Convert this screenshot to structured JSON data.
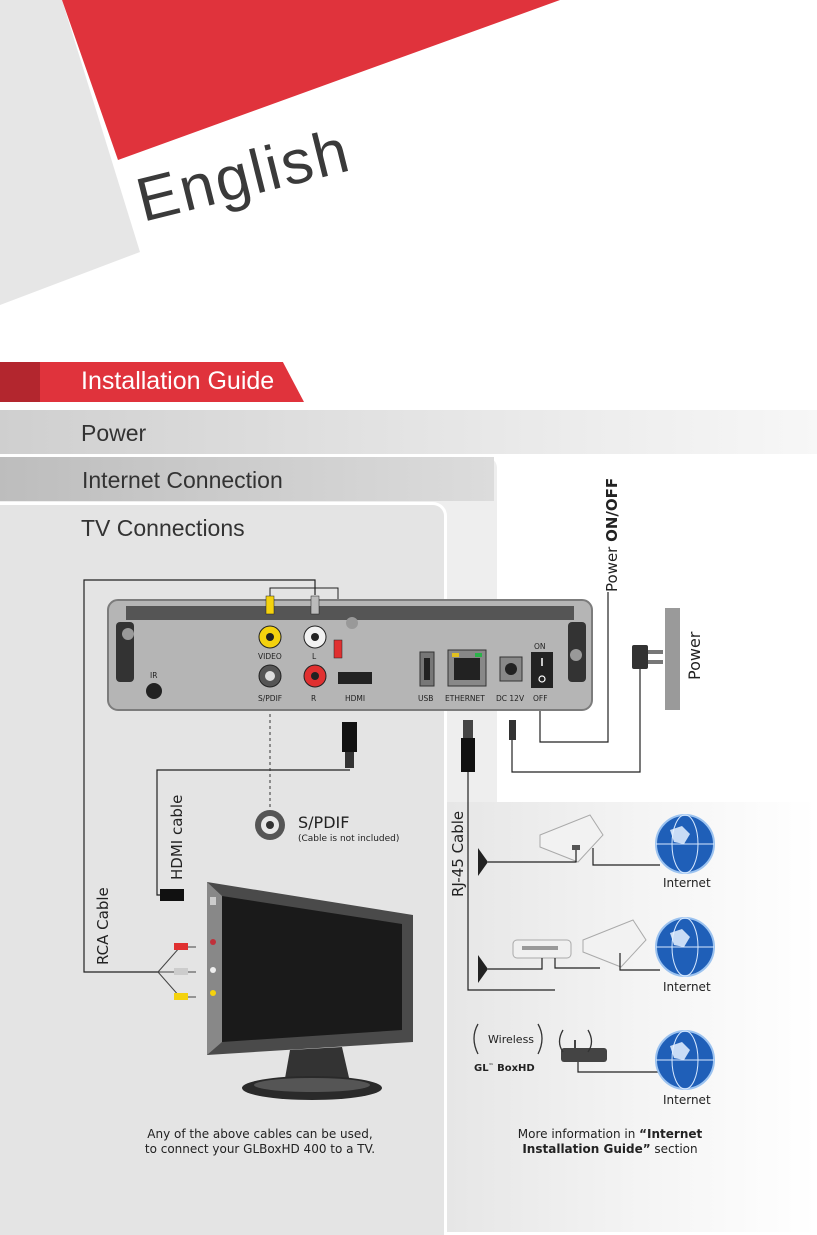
{
  "cover": {
    "language": "English"
  },
  "guide": {
    "header": "Installation Guide",
    "sections": {
      "power": "Power",
      "internet": "Internet Connection",
      "tv": "TV Connections"
    }
  },
  "device": {
    "ports": {
      "ir": "IR",
      "video": "VIDEO",
      "l": "L",
      "r": "R",
      "spdif": "S/PDIF",
      "hdmi": "HDMI",
      "usb": "USB",
      "ethernet": "ETHERNET",
      "dc": "DC 12V",
      "on": "ON",
      "off": "OFF"
    }
  },
  "labels": {
    "power_switch_prefix": "Power ",
    "power_switch_bold": "ON/OFF",
    "power_plug": "Power",
    "hdmi_cable": "HDMI cable",
    "rca_cable": "RCA Cable",
    "rj45_cable": "RJ-45 Cable",
    "spdif_title": "S/PDIF",
    "spdif_note": "(Cable is not included)",
    "internet": "Internet",
    "wireless": "Wireless",
    "box_brand": "GL",
    "box_tm": "™",
    "box_model": " BoxHD"
  },
  "footer": {
    "left_line1": "Any of the above cables can be used,",
    "left_line2": "to connect your GLBoxHD 400 to a TV.",
    "right_pre": "More information in ",
    "right_bold1": "“Internet",
    "right_bold2": "Installation Guide”",
    "right_post": " section"
  },
  "colors": {
    "accent": "#e0333c",
    "accent_dark": "#b3262e",
    "band_gray": "#d6d6d6",
    "panel_gray": "#e8e8e8",
    "device_gray": "#b3b3b3",
    "text_dark": "#333333"
  }
}
